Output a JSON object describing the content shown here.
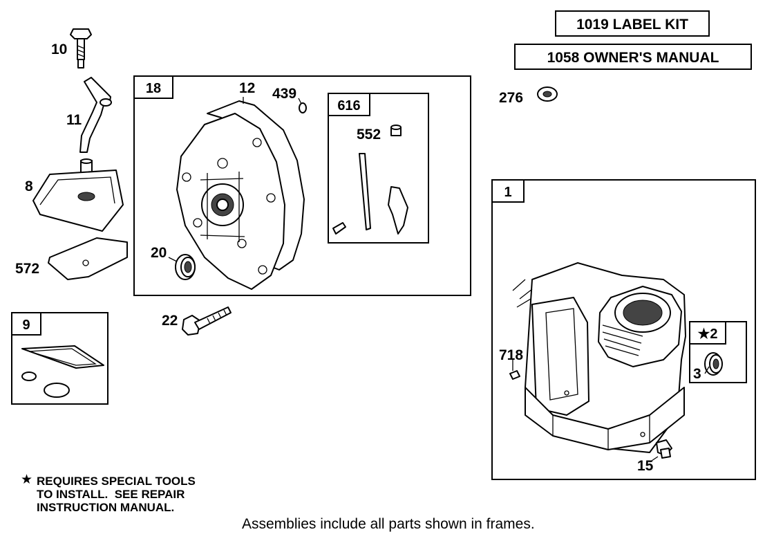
{
  "kit_labels": {
    "label_kit": "1019 LABEL KIT",
    "owners_manual": "1058 OWNER'S MANUAL"
  },
  "callouts": {
    "p10": "10",
    "p11": "11",
    "p8": "8",
    "p572": "572",
    "p12": "12",
    "p439": "439",
    "p20": "20",
    "p22": "22",
    "p552": "552",
    "p276": "276",
    "p718": "718",
    "p3": "3",
    "p15": "15"
  },
  "frames": {
    "f18": "18",
    "f616": "616",
    "f9": "9",
    "f1": "1",
    "f2": "★2"
  },
  "note": {
    "symbol": "★",
    "text": "REQUIRES SPECIAL TOOLS\nTO INSTALL.  SEE REPAIR\nINSTRUCTION MANUAL."
  },
  "footer": "Assemblies include all parts shown in frames."
}
